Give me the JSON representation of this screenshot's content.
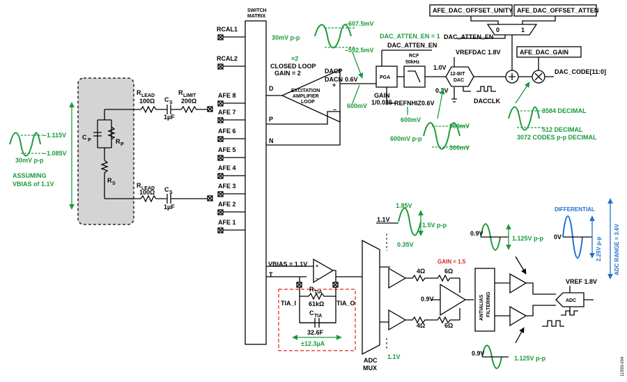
{
  "sensor": {
    "cp": "C",
    "cp_sub": "P",
    "rp": "R",
    "rp_sub": "P",
    "rs": "R",
    "rs_sub": "S",
    "rlead1": "R",
    "rlead1_sub": "LEAD",
    "rlead1_val": "100Ω",
    "cs1": "C",
    "cs1_sub": "S",
    "cs1_val": "1µF",
    "rlimit": "R",
    "rlimit_sub": "LIMIT",
    "rlimit_val": "200Ω",
    "rlead2": "R",
    "rlead2_sub": "LEAD",
    "rlead2_val": "100Ω",
    "cs2": "C",
    "cs2_sub": "S",
    "cs2_val": "1µF"
  },
  "input_signal": {
    "high": "–1.115V",
    "low": "–1.085V",
    "pp": "30mV p-p",
    "assuming_l1": "ASSUMING",
    "assuming_l2": "VBIAS of 1.1V"
  },
  "pins": [
    "RCAL1",
    "RCAL2",
    "AFE 8",
    "AFE 7",
    "AFE 6",
    "AFE 5",
    "AFE 4",
    "AFE 3",
    "AFE 2",
    "AFE 1"
  ],
  "switch_matrix": {
    "line1": "SWITCH",
    "line2": "MATRIX",
    "d": "D",
    "p": "P",
    "n": "N",
    "t": "T"
  },
  "excitation": {
    "x2": "×2",
    "closed_loop_l1": "CLOSED LOOP",
    "closed_loop_l2": "GAIN = 2",
    "amp_l1": "EXCITATION",
    "amp_l2": "AMPLIFIER",
    "amp_l3": "LOOP",
    "plus": "+",
    "minus": "–",
    "dacp": "DACP",
    "dacn": "DACN",
    "dacn_val": "0.6V",
    "pp_label": "30mV p-p",
    "top": "–607.5mV",
    "bottom": "–592.5mV",
    "v600": "600mV"
  },
  "pga": {
    "label": "PGA",
    "gain_l1": "GAIN",
    "gain_l2": "1/0.025",
    "dac_atten_en_eq": "DAC_ATTEN_EN = 1",
    "dac_atten_en": "DAC_ATTEN_EN",
    "refnhiz": "REFNHIZ",
    "refnhiz_val": "0.6V",
    "v600": "600mV"
  },
  "rcf": {
    "label": "RCF",
    "freq": "50kHz"
  },
  "dac": {
    "offset_unity": "AFE_DAC_OFFSET_UNITY",
    "offset_atten": "AFE_DAC_OFFSET_ATTEN",
    "mux0": "0",
    "mux1": "1",
    "dac_atten_en": "DAC_ATTEN_EN",
    "vrefdac": "VREFDAC 1.8V",
    "v1_0": "1.0V",
    "v0_2": "0.2V",
    "bits": "12-BIT",
    "dac": "DAC",
    "dacclk": "DACCLK",
    "gain_box": "AFE_DAC_GAIN",
    "code": "DAC_CODE[11:0]",
    "pp": "600mV p-p",
    "v900": "900mV",
    "v300": "300mV",
    "dec_hi": "3584 DECIMAL",
    "dec_lo": "512 DECIMAL",
    "codes_pp": "3072 CODES p-p DECIMAL"
  },
  "receive": {
    "vbias": "VBIAS = 1.1V",
    "tia_i": "TIA_I",
    "tia_o": "TIA_O",
    "rtia": "R",
    "rtia_sub": "TIA",
    "rtia_val": "61kΩ",
    "ctia": "C",
    "ctia_sub": "TIA",
    "ctia_val": "32.6F",
    "current": "±12.3µA",
    "adc_mux_l1": "ADC",
    "adc_mux_l2": "MUX",
    "sig_top": "1.85V",
    "sig_mid": "1.1V",
    "sig_bot": "0.35V",
    "sig_pp": "1.5V p-p",
    "low_1v1": "1.1V",
    "r4_top": "4Ω",
    "r6_top": "6Ω",
    "r4_bot": "4Ω",
    "r6_bot": "6Ω",
    "gain": "GAIN = 1.5",
    "v09_amp": "0.9V",
    "antialias_l1": "ANTIALIAS",
    "antialias_l2": "FILTERING",
    "v09_top": "0.9V",
    "pp_top": "1.125V p-p",
    "v09_bot": "0.9V",
    "pp_bot": "1.125V p-p",
    "vref": "VREF 1.8V",
    "adc": "ADC",
    "differential": "DIFFERENTIAL",
    "ov": "0V",
    "diff_pp": "2.25V p-p",
    "adc_range": "ADC RANGE = 3.6V"
  },
  "figure_id": "11993-004",
  "colors": {
    "green": "#1a9a3a",
    "blue": "#1f6fd0",
    "red": "#e02020",
    "sensor_fill": "#d4d4d4"
  }
}
